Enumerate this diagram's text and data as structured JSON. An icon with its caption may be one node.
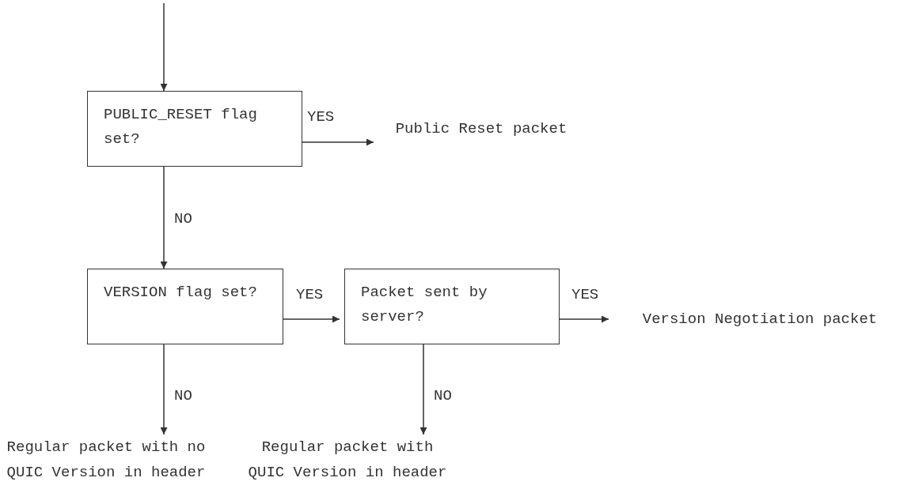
{
  "diagram": {
    "nodes": [
      {
        "text": [
          "PUBLIC_RESET flag set?"
        ]
      },
      {
        "text": [
          "Public Reset packet"
        ]
      },
      {
        "text": [
          "VERSION flag set?"
        ]
      },
      {
        "text": [
          "Packet sent by server?"
        ]
      },
      {
        "text": [
          "Version Negotiation packet"
        ]
      },
      {
        "text": [
          "Regular packet with no QUIC Version in header"
        ]
      },
      {
        "text": [
          "Regular packet with QUIC Version in header"
        ]
      }
    ],
    "edges": [
      {
        "from": null,
        "to": 0,
        "arrow": "to"
      },
      {
        "from": 0,
        "to": 1,
        "arrow": "to",
        "label": "YES"
      },
      {
        "from": 0,
        "to": 2,
        "arrow": "to",
        "label": "NO"
      },
      {
        "from": 2,
        "to": 3,
        "arrow": "to",
        "label": "YES"
      },
      {
        "from": 3,
        "to": 4,
        "arrow": "to",
        "label": "YES"
      },
      {
        "from": 2,
        "to": 5,
        "arrow": "to",
        "label": "NO"
      },
      {
        "from": 3,
        "to": 6,
        "arrow": "to",
        "label": "NO"
      }
    ]
  }
}
